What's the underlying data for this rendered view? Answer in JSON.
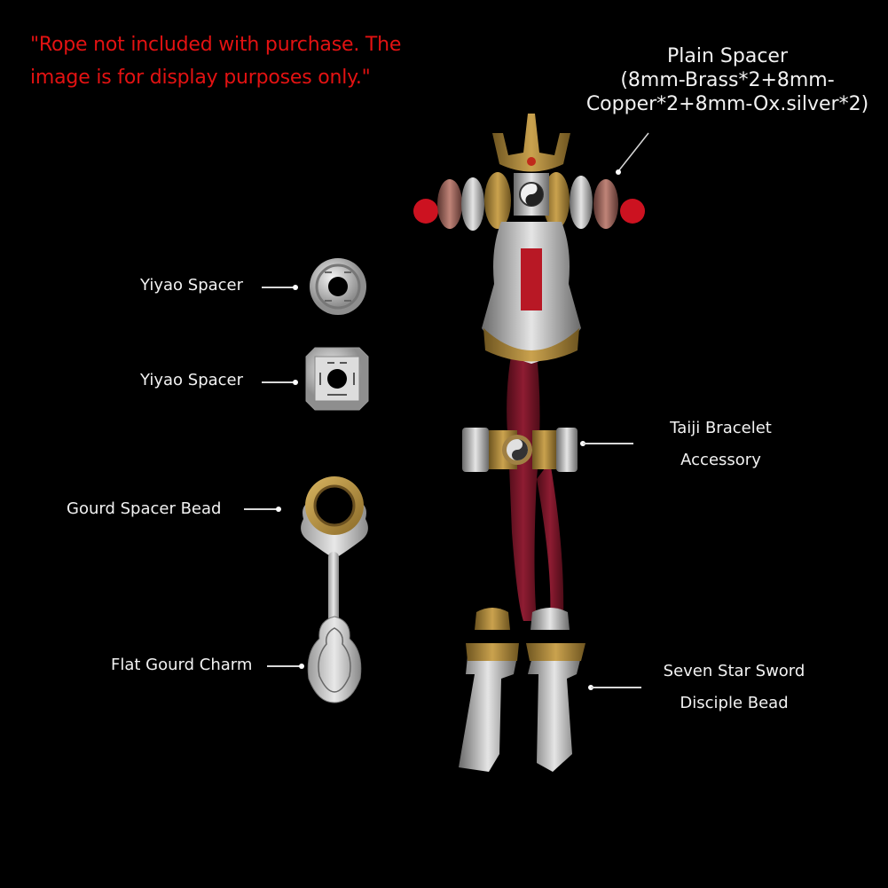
{
  "notice": {
    "line1": "\"Rope not included with purchase. The",
    "line2": "image is for display purposes only.\"",
    "color": "#e31212"
  },
  "labels": {
    "plain_spacer": {
      "title": "Plain Spacer",
      "line2": "(8mm-Brass*2+8mm-",
      "line3": "Copper*2+8mm-Ox.silver*2)"
    },
    "yiyao_spacer_round": "Yiyao Spacer",
    "yiyao_spacer_square": "Yiyao Spacer",
    "gourd_spacer_bead": "Gourd Spacer Bead",
    "flat_gourd_charm": "Flat Gourd Charm",
    "taiji_bracelet": {
      "line1": "Taiji Bracelet",
      "line2": "Accessory"
    },
    "seven_star_sword": {
      "line1": "Seven Star Sword",
      "line2": "Disciple Bead"
    }
  },
  "colors": {
    "background": "#000000",
    "label_text": "#f2f2f2",
    "silver": "#c9c9c9",
    "brass": "#b08a3c",
    "copper": "#a0665a",
    "rope": "#7a1328",
    "red_tassel": "#d0141e"
  }
}
